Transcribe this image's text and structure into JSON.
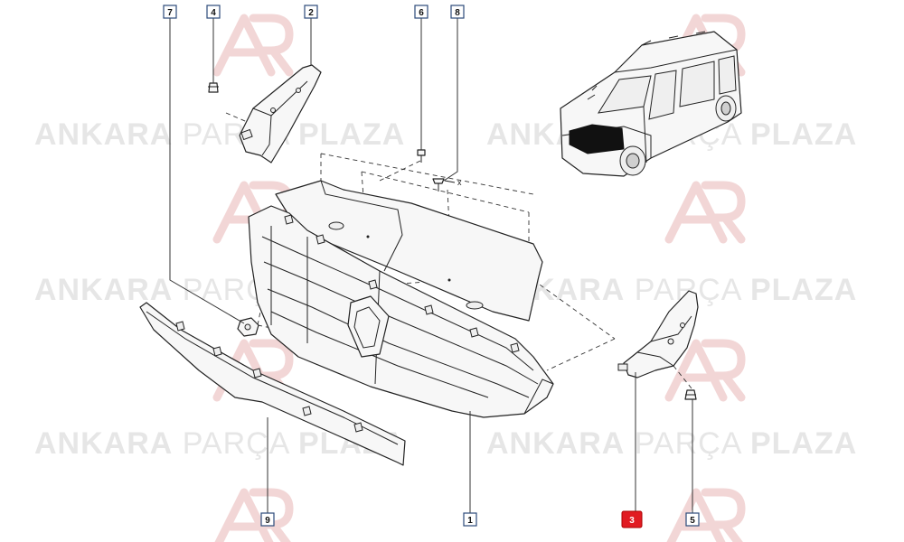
{
  "watermark": {
    "word1": "ANKARA",
    "word2": "PARÇA",
    "word3": "PLAZA"
  },
  "callouts": {
    "c1": "1",
    "c2": "2",
    "c3": "3",
    "c4": "4",
    "c5": "5",
    "c6": "6",
    "c7": "7",
    "c8": "8",
    "c9": "9"
  },
  "highlight_color": "#e11b22",
  "frame_color": "#2c4a7a",
  "annotation_x": "x"
}
